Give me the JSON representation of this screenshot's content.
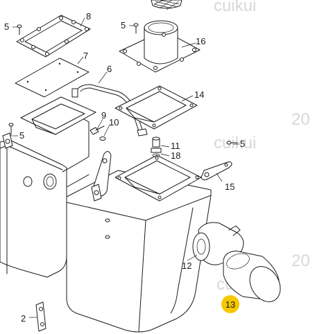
{
  "watermark": {
    "text": "cuikui",
    "text_partial": "20"
  },
  "highlight_color": "#f5c800",
  "callouts": [
    {
      "id": "label-5a",
      "text": "5"
    },
    {
      "id": "label-8",
      "text": "8"
    },
    {
      "id": "label-5b",
      "text": "5"
    },
    {
      "id": "label-16",
      "text": "16"
    },
    {
      "id": "label-7",
      "text": "7"
    },
    {
      "id": "label-6",
      "text": "6"
    },
    {
      "id": "label-14",
      "text": "14"
    },
    {
      "id": "label-9",
      "text": "9"
    },
    {
      "id": "label-10",
      "text": "10"
    },
    {
      "id": "label-5c",
      "text": "5"
    },
    {
      "id": "label-5d",
      "text": "5"
    },
    {
      "id": "label-11",
      "text": "11"
    },
    {
      "id": "label-18",
      "text": "18"
    },
    {
      "id": "label-15",
      "text": "15"
    },
    {
      "id": "label-12",
      "text": "12"
    },
    {
      "id": "label-13",
      "text": "13"
    },
    {
      "id": "label-2",
      "text": "2"
    }
  ]
}
